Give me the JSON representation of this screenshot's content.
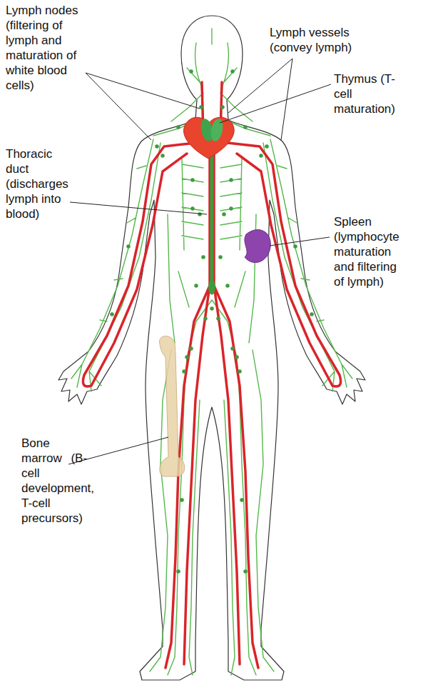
{
  "diagram": {
    "labels": [
      "Lymph nodes (filtering of lymph and maturation of white blood cells)",
      "Lymph vessels (convey lymph)",
      "Thymus (T-cell maturation)",
      "Thoracic duct (discharges lymph into blood)",
      "Spleen (lymphocyte maturation and filtering of lymph)",
      "Bone marrow (B-cell development, T-cell precursors)"
    ]
  }
}
